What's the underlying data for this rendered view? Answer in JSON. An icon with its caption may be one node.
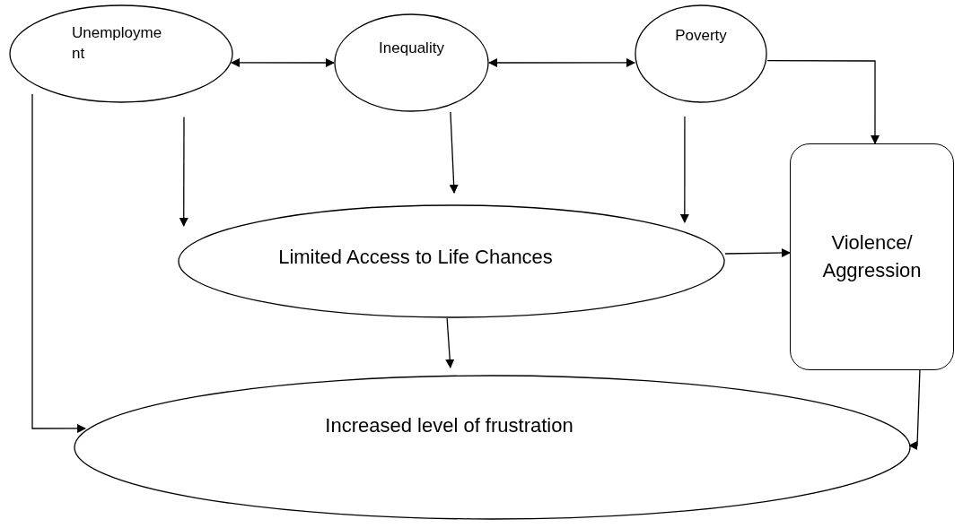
{
  "diagram": {
    "nodes": [
      {
        "text": [
          "Unemployme nt"
        ]
      },
      {
        "text": [
          "Inequality"
        ]
      },
      {
        "text": [
          "Poverty"
        ]
      },
      {
        "text": [
          "Limited Access to Life Chances"
        ]
      },
      {
        "text": [
          "Violence/ Aggression"
        ]
      },
      {
        "text": [
          "Increased level of frustration"
        ]
      }
    ],
    "edges": [
      {
        "from": 0,
        "to": 1,
        "arrow": "both"
      },
      {
        "from": 1,
        "to": 2,
        "arrow": "both"
      },
      {
        "from": 2,
        "to": 4,
        "arrow": "to"
      },
      {
        "from": 0,
        "to": 3,
        "arrow": "to"
      },
      {
        "from": 1,
        "to": 3,
        "arrow": "to"
      },
      {
        "from": 2,
        "to": 3,
        "arrow": "to"
      },
      {
        "from": 3,
        "to": 4,
        "arrow": "to"
      },
      {
        "from": 3,
        "to": 5,
        "arrow": "to"
      },
      {
        "from": 0,
        "to": 5,
        "arrow": "to"
      },
      {
        "from": 4,
        "to": 5,
        "arrow": "to"
      }
    ]
  }
}
